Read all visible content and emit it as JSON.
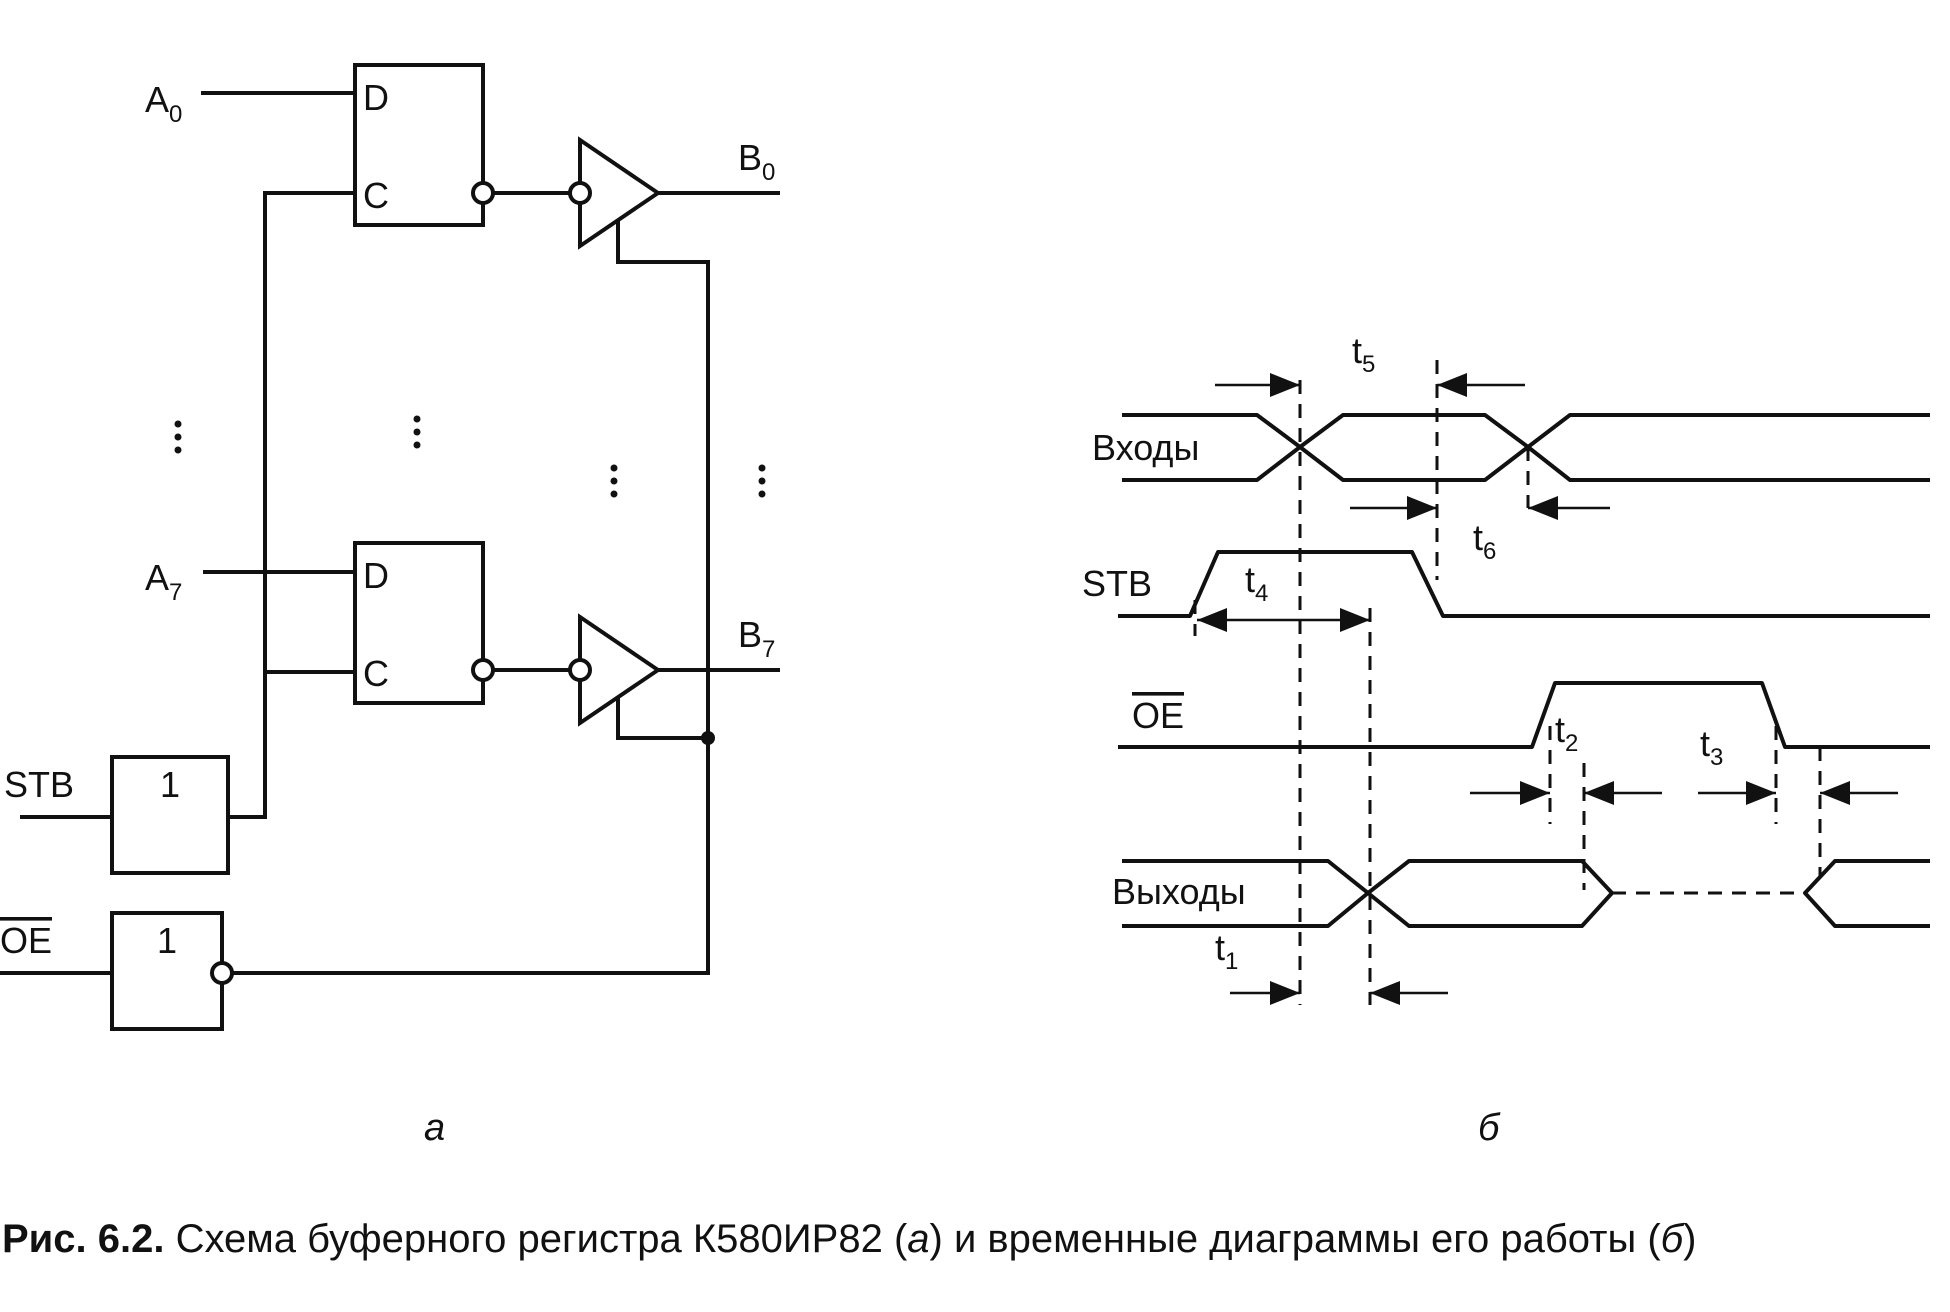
{
  "circuit": {
    "inputs": [
      "A",
      "A"
    ],
    "input_subscripts": [
      "0",
      "7"
    ],
    "outputs": [
      "B",
      "B"
    ],
    "output_subscripts": [
      "0",
      "7"
    ],
    "flipflop_pins": [
      "D",
      "C"
    ],
    "gate_label": "1",
    "control_stb": "STB",
    "control_oe": "OE",
    "panel_label": "а"
  },
  "timing": {
    "signals": [
      "Входы",
      "STB",
      "OE",
      "Выходы"
    ],
    "intervals": [
      "t",
      "t",
      "t",
      "t",
      "t",
      "t"
    ],
    "interval_subscripts": [
      "5",
      "6",
      "4",
      "2",
      "3",
      "1"
    ],
    "panel_label": "б"
  },
  "caption": {
    "bold": "Рис. 6.2.",
    "text_before": " Схема буферного регистра К580ИР82 (",
    "italic_a": "а",
    "text_middle": ") и временные диаграммы его работы (",
    "italic_b": "б",
    "text_after": ")"
  }
}
